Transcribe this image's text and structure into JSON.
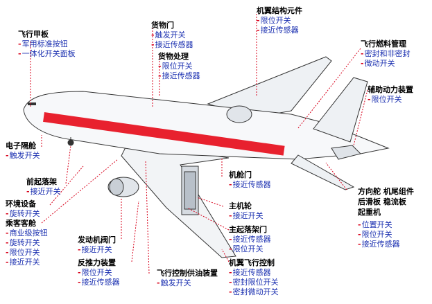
{
  "colors": {
    "leader": "#d8001a",
    "title": "#000000",
    "sub": "#1a2fb0",
    "stripe": "#e8212e",
    "window": "#d8001a"
  },
  "groups": [
    {
      "title": "飞行甲板",
      "items": [
        "军用标准按钮",
        "一体化开关面板"
      ]
    },
    {
      "title": "货物门",
      "items": [
        "触发开关",
        "接近传感器"
      ]
    },
    {
      "title": "货物处理",
      "items": [
        "限位开关",
        "接近传感器"
      ]
    },
    {
      "title": "机翼结构元件",
      "items": [
        "限位开关",
        "接近传感器"
      ]
    },
    {
      "title": "飞行燃料管理",
      "items": [
        "密封和非密封",
        "微动开关"
      ]
    },
    {
      "title": "辅助动力装置",
      "items": [
        "限位开关"
      ]
    },
    {
      "title": "电子隔舱",
      "items": [
        "触发开关"
      ]
    },
    {
      "title": "前起落架",
      "items": [
        "接近开关"
      ]
    },
    {
      "title": "环境设备",
      "items": [
        "旋转开关"
      ]
    },
    {
      "title": "乘客客舱",
      "items": [
        "商业级按钮",
        "旋转开关",
        "限位开关",
        "接近开关"
      ]
    },
    {
      "title": "发动机阀门",
      "items": [
        "接近开关"
      ]
    },
    {
      "title": "反推力装置",
      "items": [
        "限位开关",
        "接近传感器"
      ]
    },
    {
      "title": "飞行控制供油装置",
      "items": [
        "触发开关"
      ]
    },
    {
      "title": "机舱门",
      "items": [
        "接近传感器"
      ]
    },
    {
      "title": "主机轮",
      "items": [
        "接近开关"
      ]
    },
    {
      "title": "主起落架门",
      "items": [
        "接近传感器",
        "限位开关"
      ]
    },
    {
      "title": "机翼飞行控制",
      "items": [
        "接近传感器",
        "密封限位开关",
        "密封微动开关"
      ]
    },
    {
      "title": "方向舵  机尾组件",
      "items": []
    },
    {
      "title": "后滑板  稳流板",
      "items": []
    },
    {
      "title": "起重机",
      "items": [
        "位置开关",
        "限位开关",
        "接近传感器"
      ]
    }
  ]
}
